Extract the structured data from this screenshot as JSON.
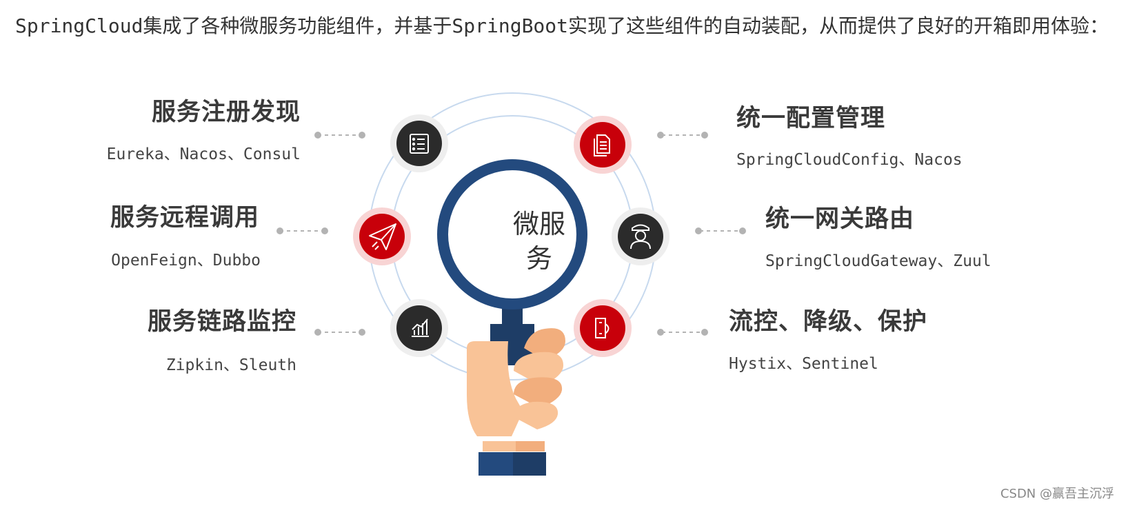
{
  "intro": {
    "text": "SpringCloud集成了各种微服务功能组件，并基于SpringBoot实现了这些组件的自动装配，从而提供了良好的开箱即用体验："
  },
  "diagram": {
    "center_label": "微服务",
    "features": [
      {
        "title": "服务注册发现",
        "items": "Eureka、Nacos、Consul",
        "icon": "list-icon",
        "icon_color": "#2b2b2b"
      },
      {
        "title": "服务远程调用",
        "items": "OpenFeign、Dubbo",
        "icon": "paper-plane-icon",
        "icon_color": "#c8000a"
      },
      {
        "title": "服务链路监控",
        "items": "Zipkin、Sleuth",
        "icon": "bar-chart-icon",
        "icon_color": "#2b2b2b"
      },
      {
        "title": "统一配置管理",
        "items": "SpringCloudConfig、Nacos",
        "icon": "documents-icon",
        "icon_color": "#c8000a"
      },
      {
        "title": "统一网关路由",
        "items": "SpringCloudGateway、Zuul",
        "icon": "guard-icon",
        "icon_color": "#2b2b2b"
      },
      {
        "title": "流控、降级、保护",
        "items": "Hystix、Sentinel",
        "icon": "shield-icon",
        "icon_color": "#c8000a"
      }
    ],
    "colors": {
      "magnifier_blue": "#234a7e",
      "ring": "#c7d9ee",
      "red": "#c8000a",
      "dark": "#2b2b2b",
      "connector": "#b3b3b3",
      "skin": "#f9c397",
      "skin_shade": "#f2ae7d"
    }
  },
  "watermark": {
    "text": "CSDN @赢吾主沉浮"
  }
}
